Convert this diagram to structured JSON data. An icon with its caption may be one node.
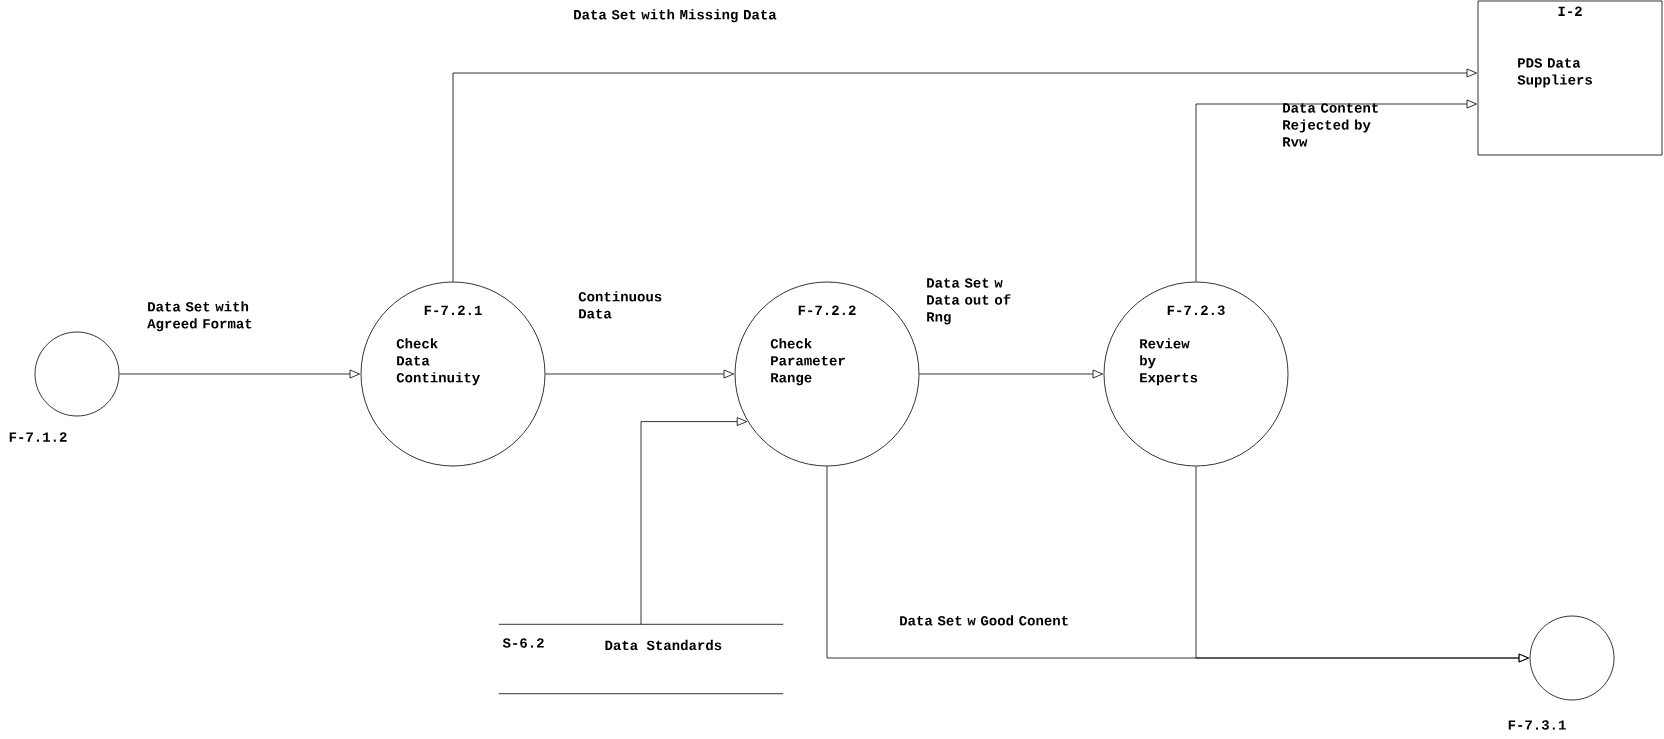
{
  "diagram": {
    "nodes": [
      {
        "text": [],
        "shape": "circle",
        "beside": [
          "F-7.1.2"
        ]
      },
      {
        "text": [
          "F-7.2.1",
          "Check Data Continuity"
        ]
      },
      {
        "text": [
          "F-7.2.2",
          "Check Parameter Range"
        ]
      },
      {
        "text": [
          "F-7.2.3",
          "Review by Experts"
        ]
      },
      {
        "text": [
          "I-2",
          "PDS Data Suppliers"
        ]
      },
      {
        "text": [
          "S-6.2",
          "Data Standards"
        ]
      },
      {
        "text": [],
        "shape": "circle",
        "beside": [
          "F-7.3.1"
        ]
      }
    ],
    "edges": [
      {
        "from": 0,
        "to": 1,
        "arrow": "to",
        "label": "Data Set with Agreed Format"
      },
      {
        "from": 1,
        "to": 4,
        "arrow": "to",
        "label": "Data Set with Missing Data"
      },
      {
        "from": 1,
        "to": 2,
        "arrow": "to",
        "label": "Continuous Data"
      },
      {
        "from": 5,
        "to": 2,
        "arrow": "to"
      },
      {
        "from": 2,
        "to": 3,
        "arrow": "to",
        "label": "Data Set w Data out of Rng"
      },
      {
        "from": 3,
        "to": 4,
        "arrow": "to",
        "label": "Data Content Rejected by Rvw"
      },
      {
        "from": 2,
        "to": 6,
        "arrow": "to",
        "label": "Data Set w Good Conent"
      },
      {
        "from": 3,
        "to": 6,
        "arrow": "to"
      }
    ]
  }
}
